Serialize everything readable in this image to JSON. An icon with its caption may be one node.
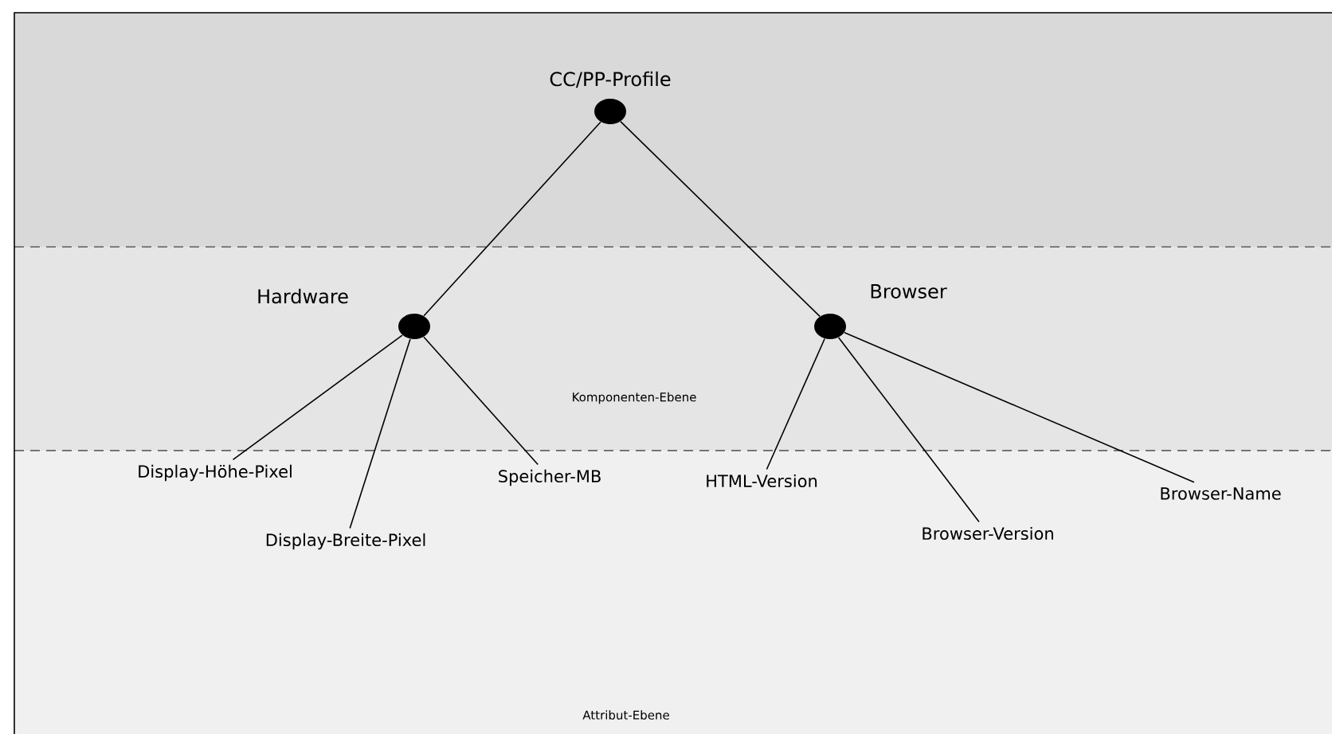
{
  "diagram": {
    "nodes": [
      {
        "text": [
          "CC/PP-Profile"
        ]
      },
      {
        "text": [
          "Hardware"
        ]
      },
      {
        "text": [
          "Browser"
        ]
      },
      {
        "text": [
          "Display-Höhe-Pixel"
        ]
      },
      {
        "text": [
          "Display-Breite-Pixel"
        ]
      },
      {
        "text": [
          "Speicher-MB"
        ]
      },
      {
        "text": [
          "HTML-Version"
        ]
      },
      {
        "text": [
          "Browser-Version"
        ]
      },
      {
        "text": [
          "Browser-Name"
        ]
      }
    ],
    "edges": [
      {
        "from": 0,
        "to": 1,
        "arrow": "none"
      },
      {
        "from": 0,
        "to": 2,
        "arrow": "none"
      },
      {
        "from": 1,
        "to": 3,
        "arrow": "none"
      },
      {
        "from": 1,
        "to": 4,
        "arrow": "none"
      },
      {
        "from": 1,
        "to": 5,
        "arrow": "none"
      },
      {
        "from": 2,
        "to": 6,
        "arrow": "none"
      },
      {
        "from": 2,
        "to": 7,
        "arrow": "none"
      },
      {
        "from": 2,
        "to": 8,
        "arrow": "none"
      }
    ],
    "labels": [
      "Komponenten-Ebene",
      "Attribut-Ebene"
    ]
  }
}
